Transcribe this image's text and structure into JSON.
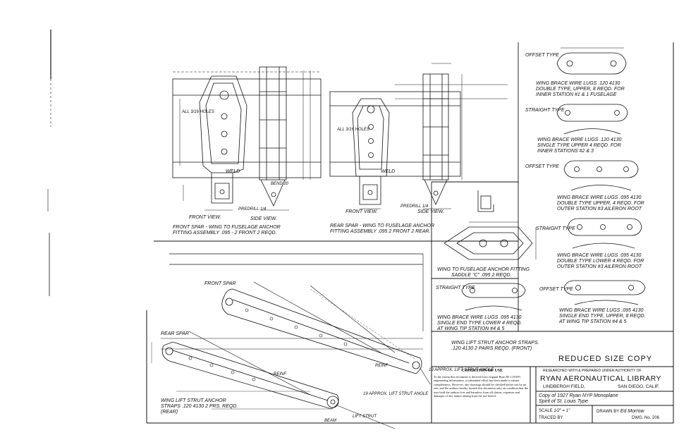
{
  "sheet_note": "REDUCED SIZE COPY",
  "condition": {
    "title": "CONDITION OF USE",
    "body": "To the extent this document is derived from original Ryan M-1 (NYP) engineering information, a substantial effort has been made to ensure completeness. However, any drawings should be checked before use by no one, and the authors hereby furnish this document only on condition that the user hold the authors free and harmless from all claims, expenses and damages of any nature arising from the use hereof."
  },
  "title_block": {
    "researched": "RESEARCHED WITH & PREPARED UNDER AUTHORITY OF",
    "library": "RYAN AERONAUTICAL LIBRARY",
    "field": "LINDBERGH FIELD,",
    "city": "SAN DIEGO, CALIF.",
    "copy_line1": "Copy of 1927 Ryan NYP Monoplane",
    "copy_line2": "Spirit of St. Louis Type",
    "scale_label": "SCALE",
    "scale_value": "1/2\" = 1\"",
    "drawn_label": "DRAWN BY",
    "drawn_value": "Ed Morrow",
    "traced_label": "TRACED BY",
    "dwg_label": "DWG. No.",
    "dwg_value": "206"
  },
  "captions": {
    "front_view": "FRONT VIEW.",
    "side_view": "SIDE VIEW.",
    "front_spar_fitting_1": "FRONT SPAR - WING TO FUSELAGE ANCHOR",
    "front_spar_fitting_2": "FITTING ASSEMBLY .095 - 2 FRONT 2 REQD.",
    "rear_spar_fitting_1": "REAR SPAR - WING TO FUSELAGE ANCHOR",
    "rear_spar_fitting_2": "FITTING ASSEMBLY .095 2 FRONT 2 REAR.",
    "saddle_1": "WING TO FUSELAGE ANCHOR FITTING",
    "saddle_2": "SADDLE \"C\" .095 2 REQD.",
    "wing_lift_1": "WING LIFT STRUT ANCHOR STRAPS.",
    "wing_lift_2": ".120 4130 2 PAIRS REQD. (FRONT)",
    "wing_lift_rear_1": "WING LIFT STRUT ANCHOR",
    "wing_lift_rear_2": "STRAPS .120 4130 2 PRS. REQD.",
    "wing_lift_rear_3": "(REAR)",
    "front_spar": "FRONT SPAR",
    "rear_spar": "REAR SPAR",
    "lug1_1": "WING BRACE WIRE LUGS .120 4130",
    "lug1_2": "DOUBLE TYPE, UPPER, 8 REQD. FOR",
    "lug1_3": "INNER STATION #1 & 1 FUSELAGE",
    "lug2_1": "WING BRACE WIRE LUGS .120 4130",
    "lug2_2": "SINGLE TYPE UPPER 4 REQD. FOR",
    "lug2_3": "INNER STATIONS #2 & 3",
    "lug3_1": "WING BRACE WIRE LUGS .095 4130",
    "lug3_2": "DOUBLE TYPE UPPER, 4 REQD. FOR",
    "lug3_3": "OUTER STATION #3 AILERON ROOT",
    "lug4_1": "WING BRACE WIRE LUGS .095 4130",
    "lug4_2": "DOUBLE TYPE LOWER 4 REQD. FOR",
    "lug4_3": "OUTER STATION #3 AILERON ROOT",
    "lug5_1": "WING BRACE WIRE LUGS .095 4130",
    "lug5_2": "SINGLE END TYPE LOWER 4 REQD.",
    "lug5_3": "AT WING TIP STATION #4 & 5",
    "lug6_1": "WING BRACE WIRE LUGS .095 4130",
    "lug6_2": "SINGLE END TYPE, UPPER, 8 REQD.",
    "lug6_3": "AT WING TIP STATION #4 & 5"
  },
  "labels": {
    "offset_type": "OFFSET TYPE",
    "straight_type": "STRAIGHT TYPE",
    "weld": "WELD",
    "predrill": "PREDRILL 1/4",
    "bend": "BEND 20",
    "holes": "ALL 3/16 HOLES",
    "lift_strut": "LIFT STRUT",
    "beam": "BEAM",
    "approx_angle": "19 APPROX. LIFT STRUT ANGLE",
    "reinf": "REINF"
  }
}
